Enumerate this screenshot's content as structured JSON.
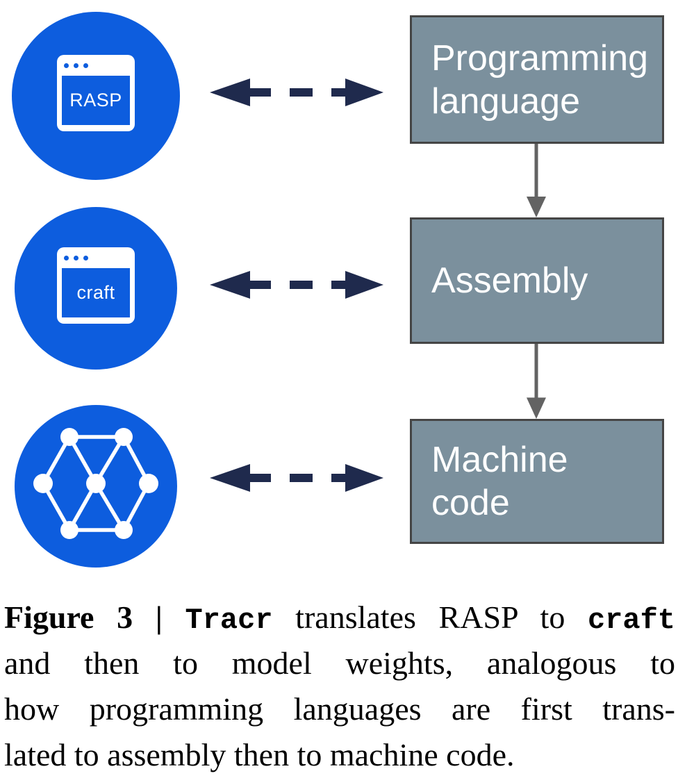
{
  "colors": {
    "circle_blue": "#0D5DDE",
    "icon_white": "#FFFFFF",
    "box_fill": "#7B909D",
    "box_border": "#454545",
    "box_text": "#FFFFFF",
    "dashed_arrow_navy": "#1F2A4D",
    "connector_gray": "#636363",
    "caption_text": "#000000",
    "background": "#FFFFFF"
  },
  "diagram": {
    "rows": [
      {
        "icon": "browser-window-icon",
        "icon_label": "RASP",
        "box_label": "Programming language",
        "box_lines": [
          "Programming",
          "language"
        ]
      },
      {
        "icon": "browser-window-icon",
        "icon_label": "craft",
        "box_label": "Assembly",
        "box_lines": [
          "Assembly"
        ]
      },
      {
        "icon": "network-graph-icon",
        "icon_label": "",
        "box_label": "Machine code",
        "box_lines": [
          "Machine",
          "code"
        ]
      }
    ]
  },
  "caption": {
    "lines": [
      {
        "justify": true,
        "segments": [
          {
            "text": "Figure 3 | ",
            "style": "label"
          },
          {
            "text": "Tracr",
            "style": "code"
          },
          {
            "text": " translates RASP to ",
            "style": "plain"
          },
          {
            "text": "craft",
            "style": "code"
          }
        ]
      },
      {
        "justify": true,
        "segments": [
          {
            "text": "and then to model weights, analogous to",
            "style": "plain"
          }
        ]
      },
      {
        "justify": true,
        "segments": [
          {
            "text": "how programming languages are first trans-",
            "style": "plain"
          }
        ]
      },
      {
        "justify": false,
        "segments": [
          {
            "text": "lated to assembly then to machine code.",
            "style": "plain"
          }
        ]
      }
    ]
  }
}
